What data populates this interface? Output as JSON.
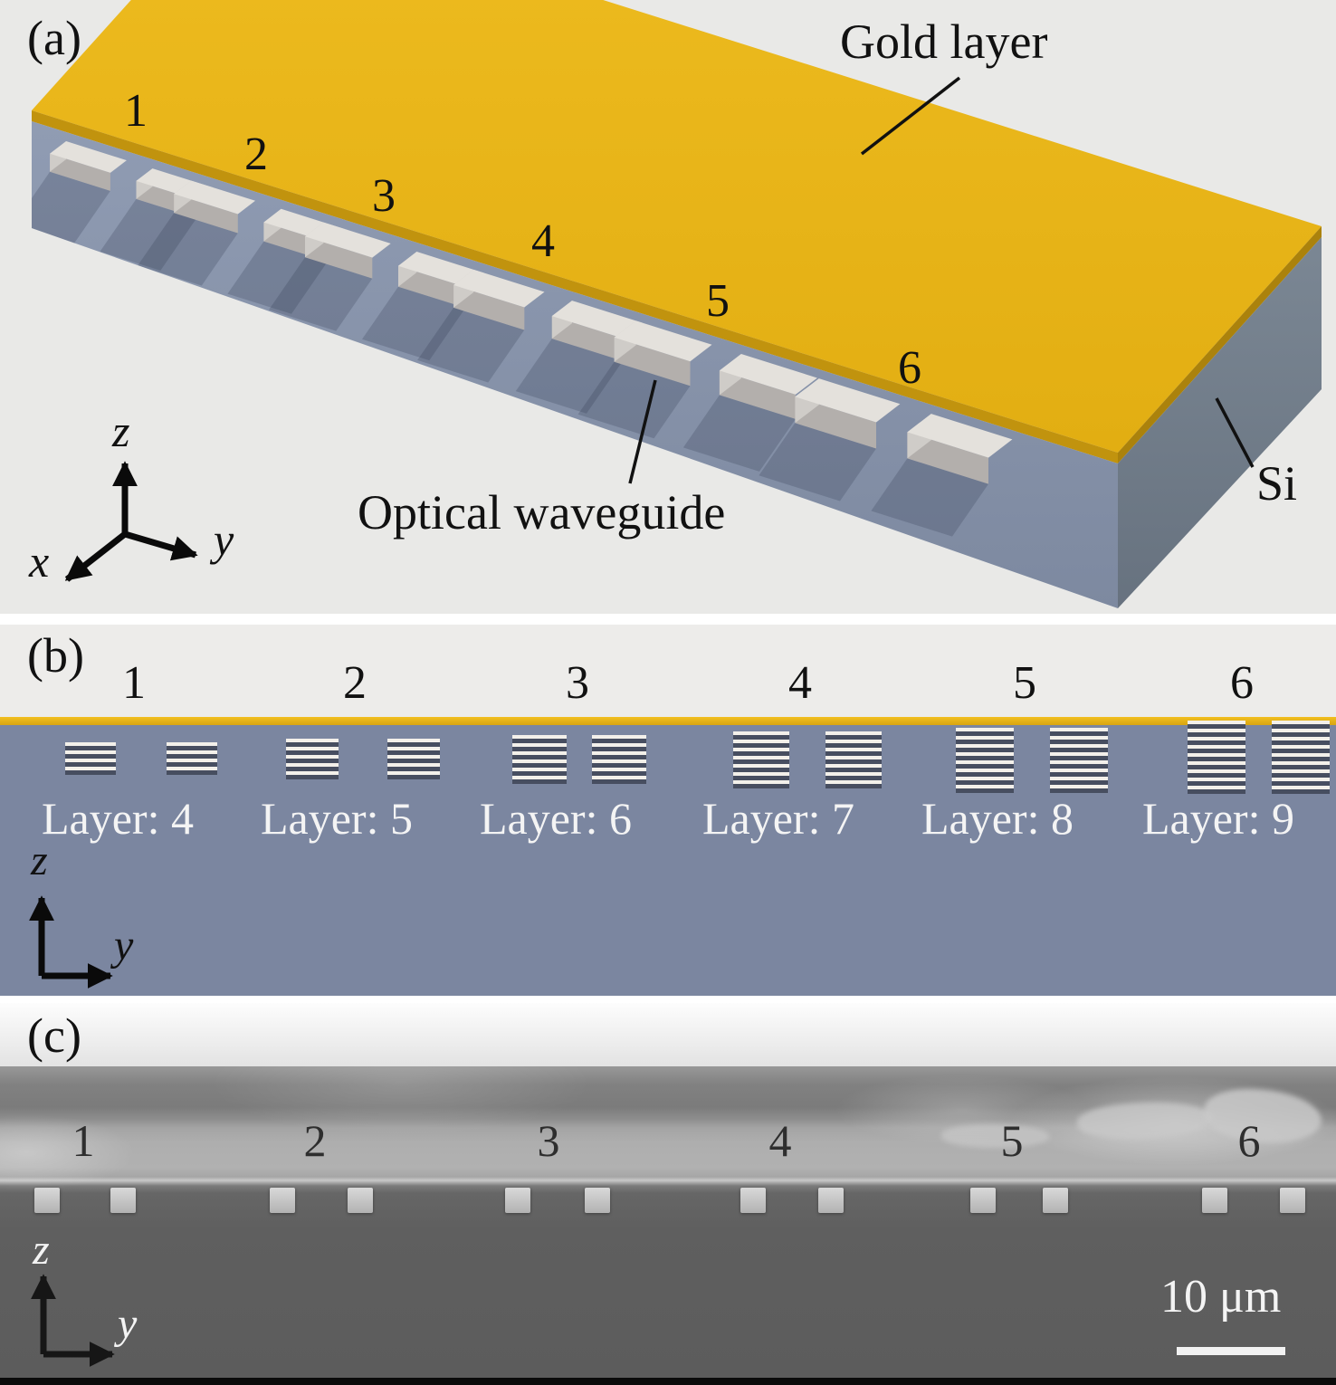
{
  "panels": {
    "a": {
      "tag": "(a)",
      "gold_label": "Gold layer",
      "waveguide_label": "Optical waveguide",
      "substrate_label": "Si",
      "group_numbers": [
        "1",
        "2",
        "3",
        "4",
        "5",
        "6"
      ],
      "axes": {
        "x": "x",
        "y": "y",
        "z": "z"
      }
    },
    "b": {
      "tag": "(b)",
      "group_numbers": [
        "1",
        "2",
        "3",
        "4",
        "5",
        "6"
      ],
      "layer_labels": [
        "Layer: 4",
        "Layer: 5",
        "Layer: 6",
        "Layer: 7",
        "Layer: 8",
        "Layer: 9"
      ],
      "axes": {
        "y": "y",
        "z": "z"
      }
    },
    "c": {
      "tag": "(c)",
      "group_numbers": [
        "1",
        "2",
        "3",
        "4",
        "5",
        "6"
      ],
      "scale_label": "10 μm",
      "axes": {
        "y": "y",
        "z": "z"
      }
    }
  },
  "colors": {
    "gold": "#EAB71C",
    "silicon_front_face": "#8E9AB0",
    "silicon_side_face": "#76828F",
    "panel_b_substrate": "#7B86A0",
    "sem_background": "#5E5E5E"
  }
}
